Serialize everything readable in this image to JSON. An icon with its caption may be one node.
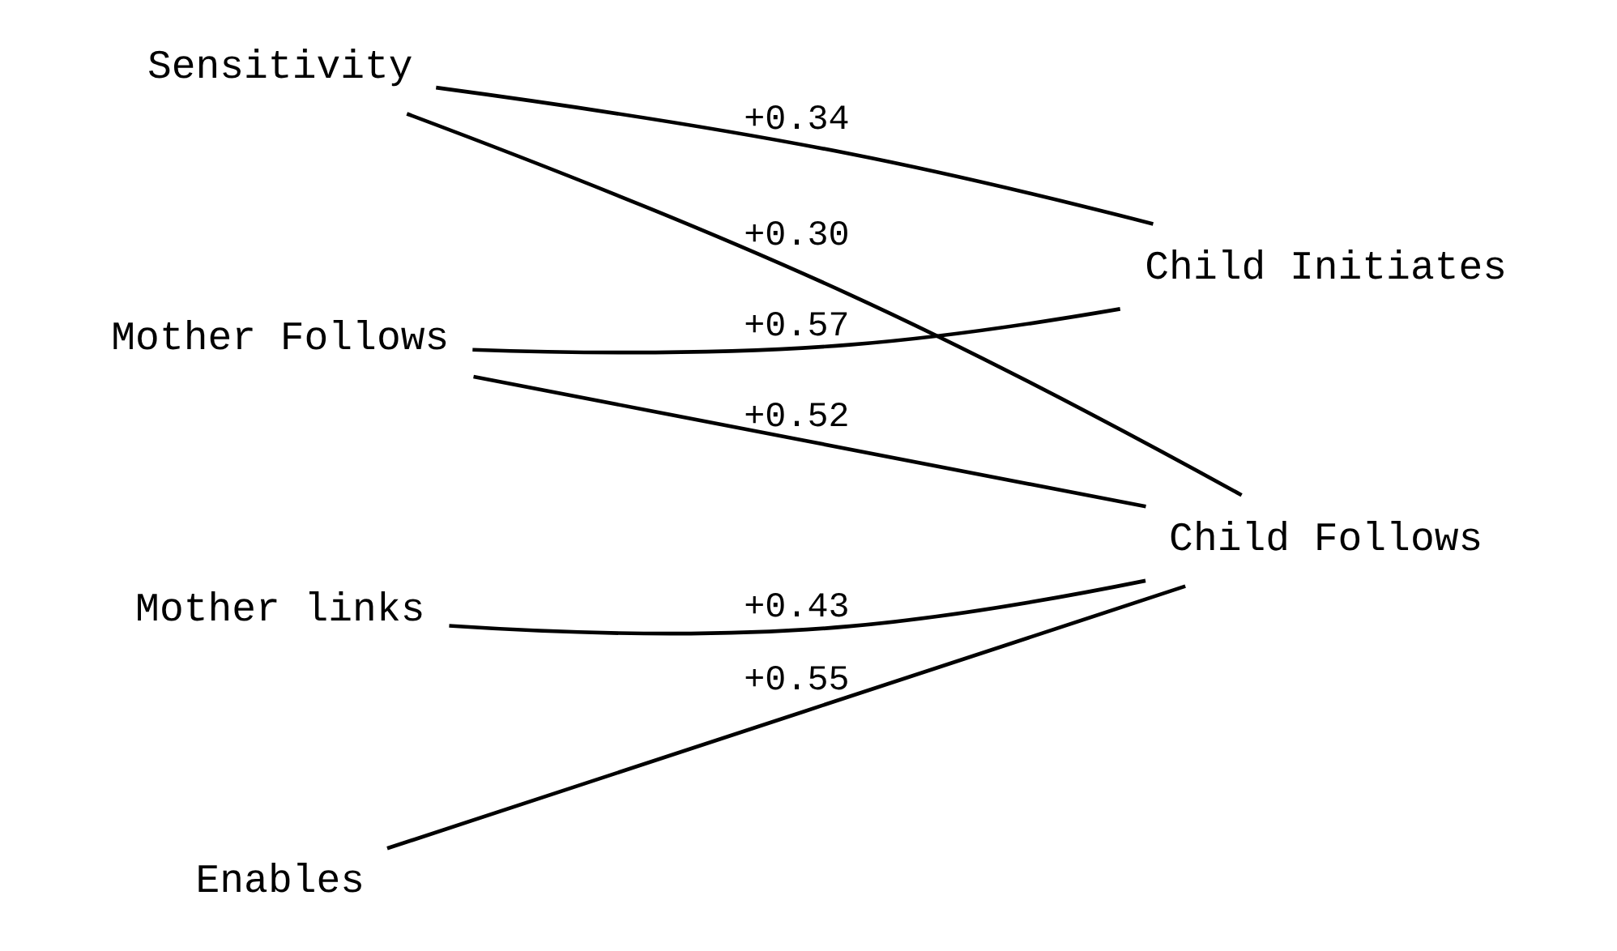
{
  "diagram": {
    "nodes": [
      {
        "text": [
          "Sensitivity"
        ]
      },
      {
        "text": [
          "Child Initiates"
        ]
      },
      {
        "text": [
          "Mother Follows"
        ]
      },
      {
        "text": [
          "Mother links"
        ]
      },
      {
        "text": [
          "Child Follows"
        ]
      },
      {
        "text": [
          "Enables"
        ]
      }
    ],
    "edges": [
      {
        "from": 0,
        "to": 1,
        "arrow": "none",
        "label": "+0.34"
      },
      {
        "from": 0,
        "to": 4,
        "arrow": "none",
        "label": "+0.30"
      },
      {
        "from": 2,
        "to": 1,
        "arrow": "none",
        "label": "+0.57"
      },
      {
        "from": 2,
        "to": 4,
        "arrow": "none",
        "label": "+0.52"
      },
      {
        "from": 3,
        "to": 4,
        "arrow": "none",
        "label": "+0.43"
      },
      {
        "from": 5,
        "to": 4,
        "arrow": "none",
        "label": "+0.55"
      }
    ]
  }
}
